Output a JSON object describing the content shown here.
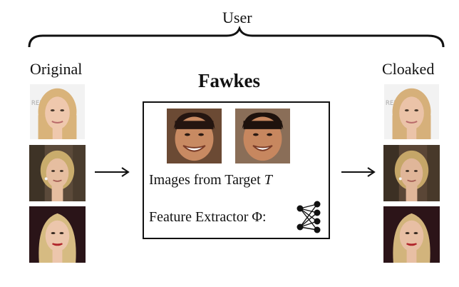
{
  "labels": {
    "user": "User",
    "original": "Original",
    "cloaked": "Cloaked",
    "fawkes": "Fawkes",
    "target_prefix": "Images from Target ",
    "target_var": "T",
    "extractor": "Feature Extractor Φ:"
  },
  "icons": {
    "brace": "curly-brace-icon",
    "arrow": "right-arrow-icon",
    "network": "neural-network-icon"
  },
  "colors": {
    "ink": "#111111",
    "skin_light": "#e9c0a4",
    "skin_target": "#c88a62",
    "blonde_hair": "#d8b978",
    "dark_hair": "#2a1a12",
    "lips_red": "#b0252b"
  }
}
